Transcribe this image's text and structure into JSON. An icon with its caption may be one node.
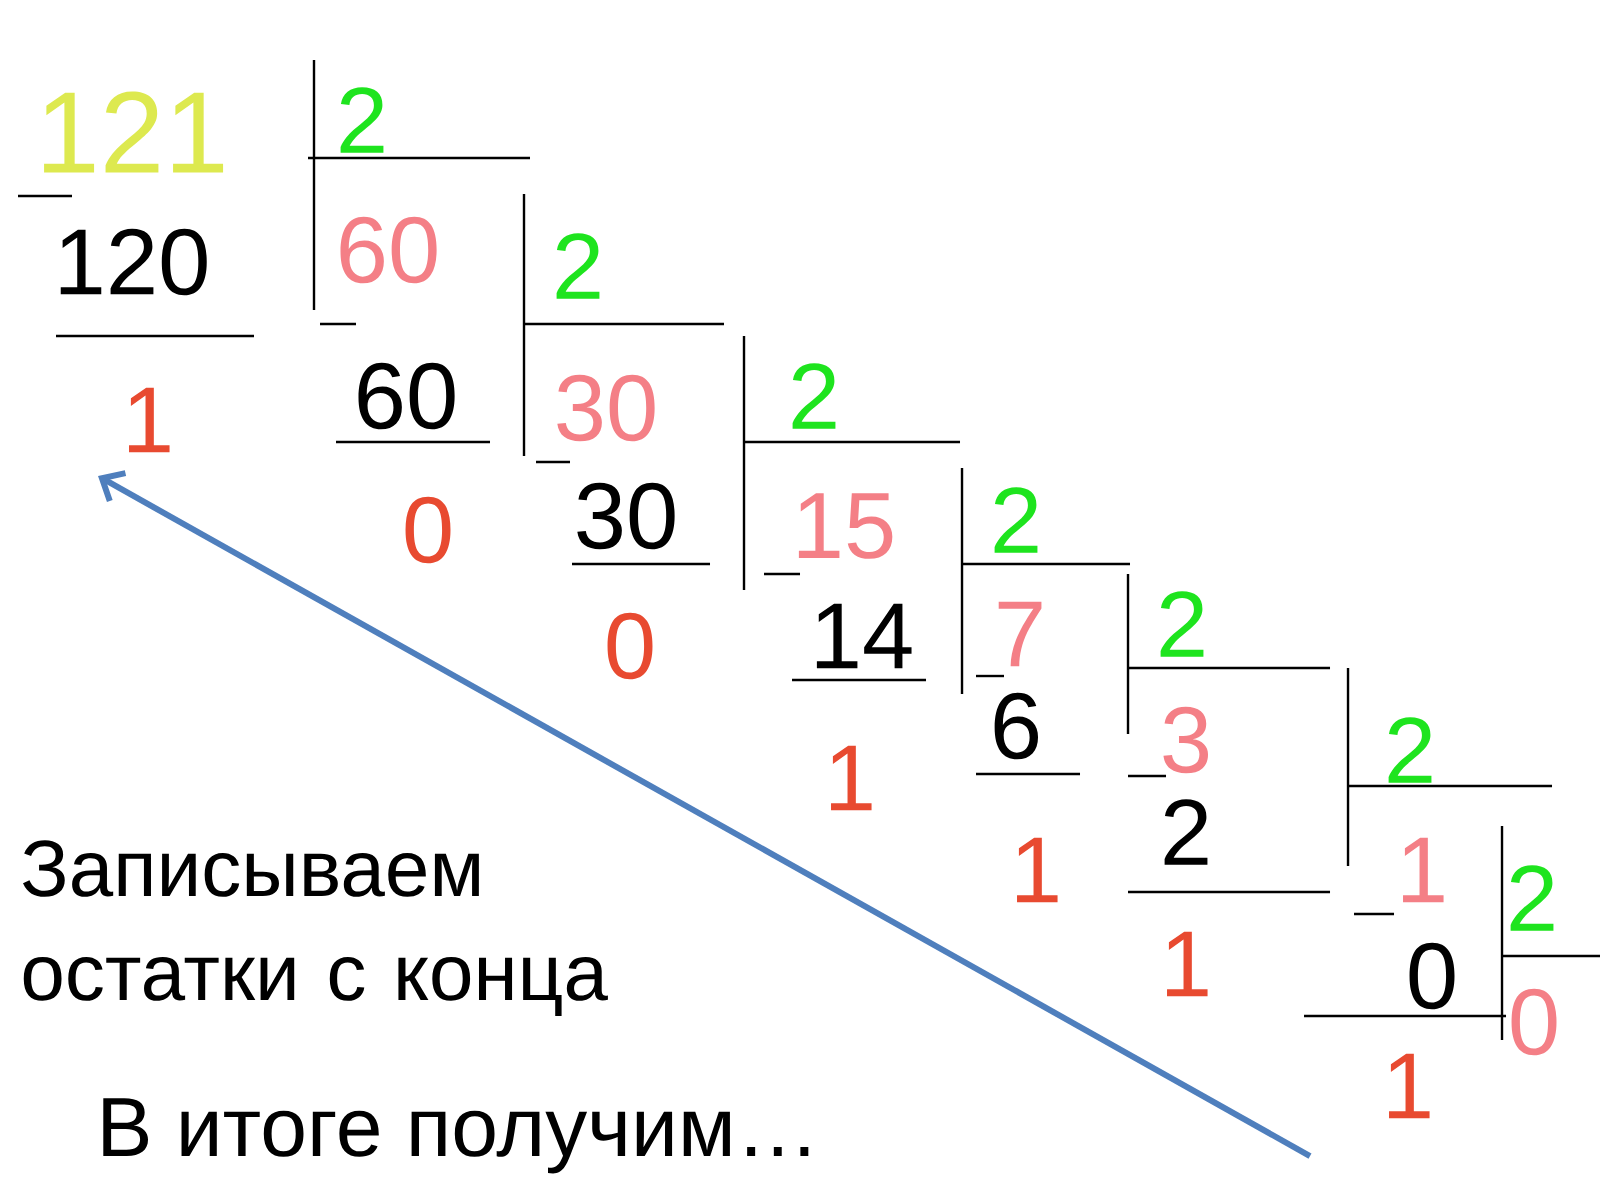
{
  "diagram": {
    "labels": [
      "121",
      "2",
      "60",
      "120",
      "2",
      "60",
      "30",
      "2",
      "1",
      "30",
      "2",
      "15",
      "0",
      "14",
      "7",
      "2",
      "0",
      "6",
      "3",
      "2",
      "1",
      "2",
      "Записываем остатки с конца",
      "1",
      "1",
      "2",
      "1",
      "0",
      "0",
      "1",
      "В итоге получим…"
    ]
  }
}
